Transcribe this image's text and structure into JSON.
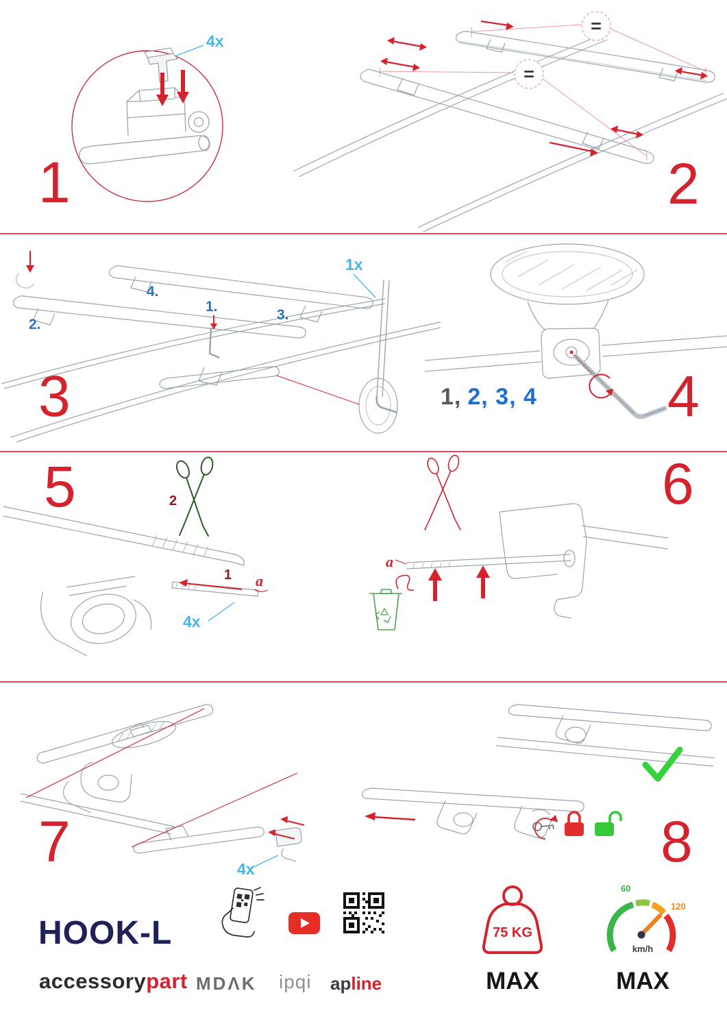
{
  "colors": {
    "accent_red": "#d5232e",
    "qty_blue": "#45b6e8",
    "step_label_blue": "#2b6fc9",
    "sequence_blue": "#1e6fd0",
    "brand_navy": "#21215a",
    "success_green": "#38d03c",
    "lock_red": "#e02d2d",
    "lock_green": "#35c93a",
    "drawing_gray": "#9aa4ac"
  },
  "steps": {
    "s1": {
      "number": "1",
      "qty": "4x"
    },
    "s2": {
      "number": "2",
      "equal1": "=",
      "equal2": "="
    },
    "s3": {
      "number": "3",
      "qty": "1x",
      "l1": "1.",
      "l2": "2.",
      "l3": "3.",
      "l4": "4."
    },
    "s4": {
      "number": "4",
      "seq1": "1,",
      "seq2": "2, 3, 4"
    },
    "s5": {
      "number": "5",
      "cut": "2",
      "strip": "1",
      "a": "a",
      "qty": "4x"
    },
    "s6": {
      "number": "6",
      "a": "a"
    },
    "s7": {
      "number": "7",
      "qty": "4x"
    },
    "s8": {
      "number": "8"
    }
  },
  "footer": {
    "product": "HOOK-L",
    "brand_accessory": "accessory",
    "brand_part": "part",
    "logo_mdak": "MDΛK",
    "logo_ipqi": "ipqi",
    "logo_ap": "ap",
    "logo_line": "line",
    "weight_value": "75 KG",
    "weight_max": "MAX",
    "speed_low": "60",
    "speed_high": "120",
    "speed_unit": "km/h",
    "speed_max": "MAX"
  },
  "icons": {
    "zoom_circle": "zoom-detail-circle",
    "scissors": "scissors-icon",
    "trash": "trash-recycle-icon",
    "checkmark": "checkmark-icon",
    "lock_closed": "lock-closed-icon",
    "lock_open": "lock-open-icon",
    "key": "key-icon",
    "phone_qr": "phone-scan-icon",
    "youtube": "youtube-icon",
    "qr_code": "qr-code-icon",
    "weight": "weight-icon",
    "speedometer": "speedometer-icon"
  }
}
